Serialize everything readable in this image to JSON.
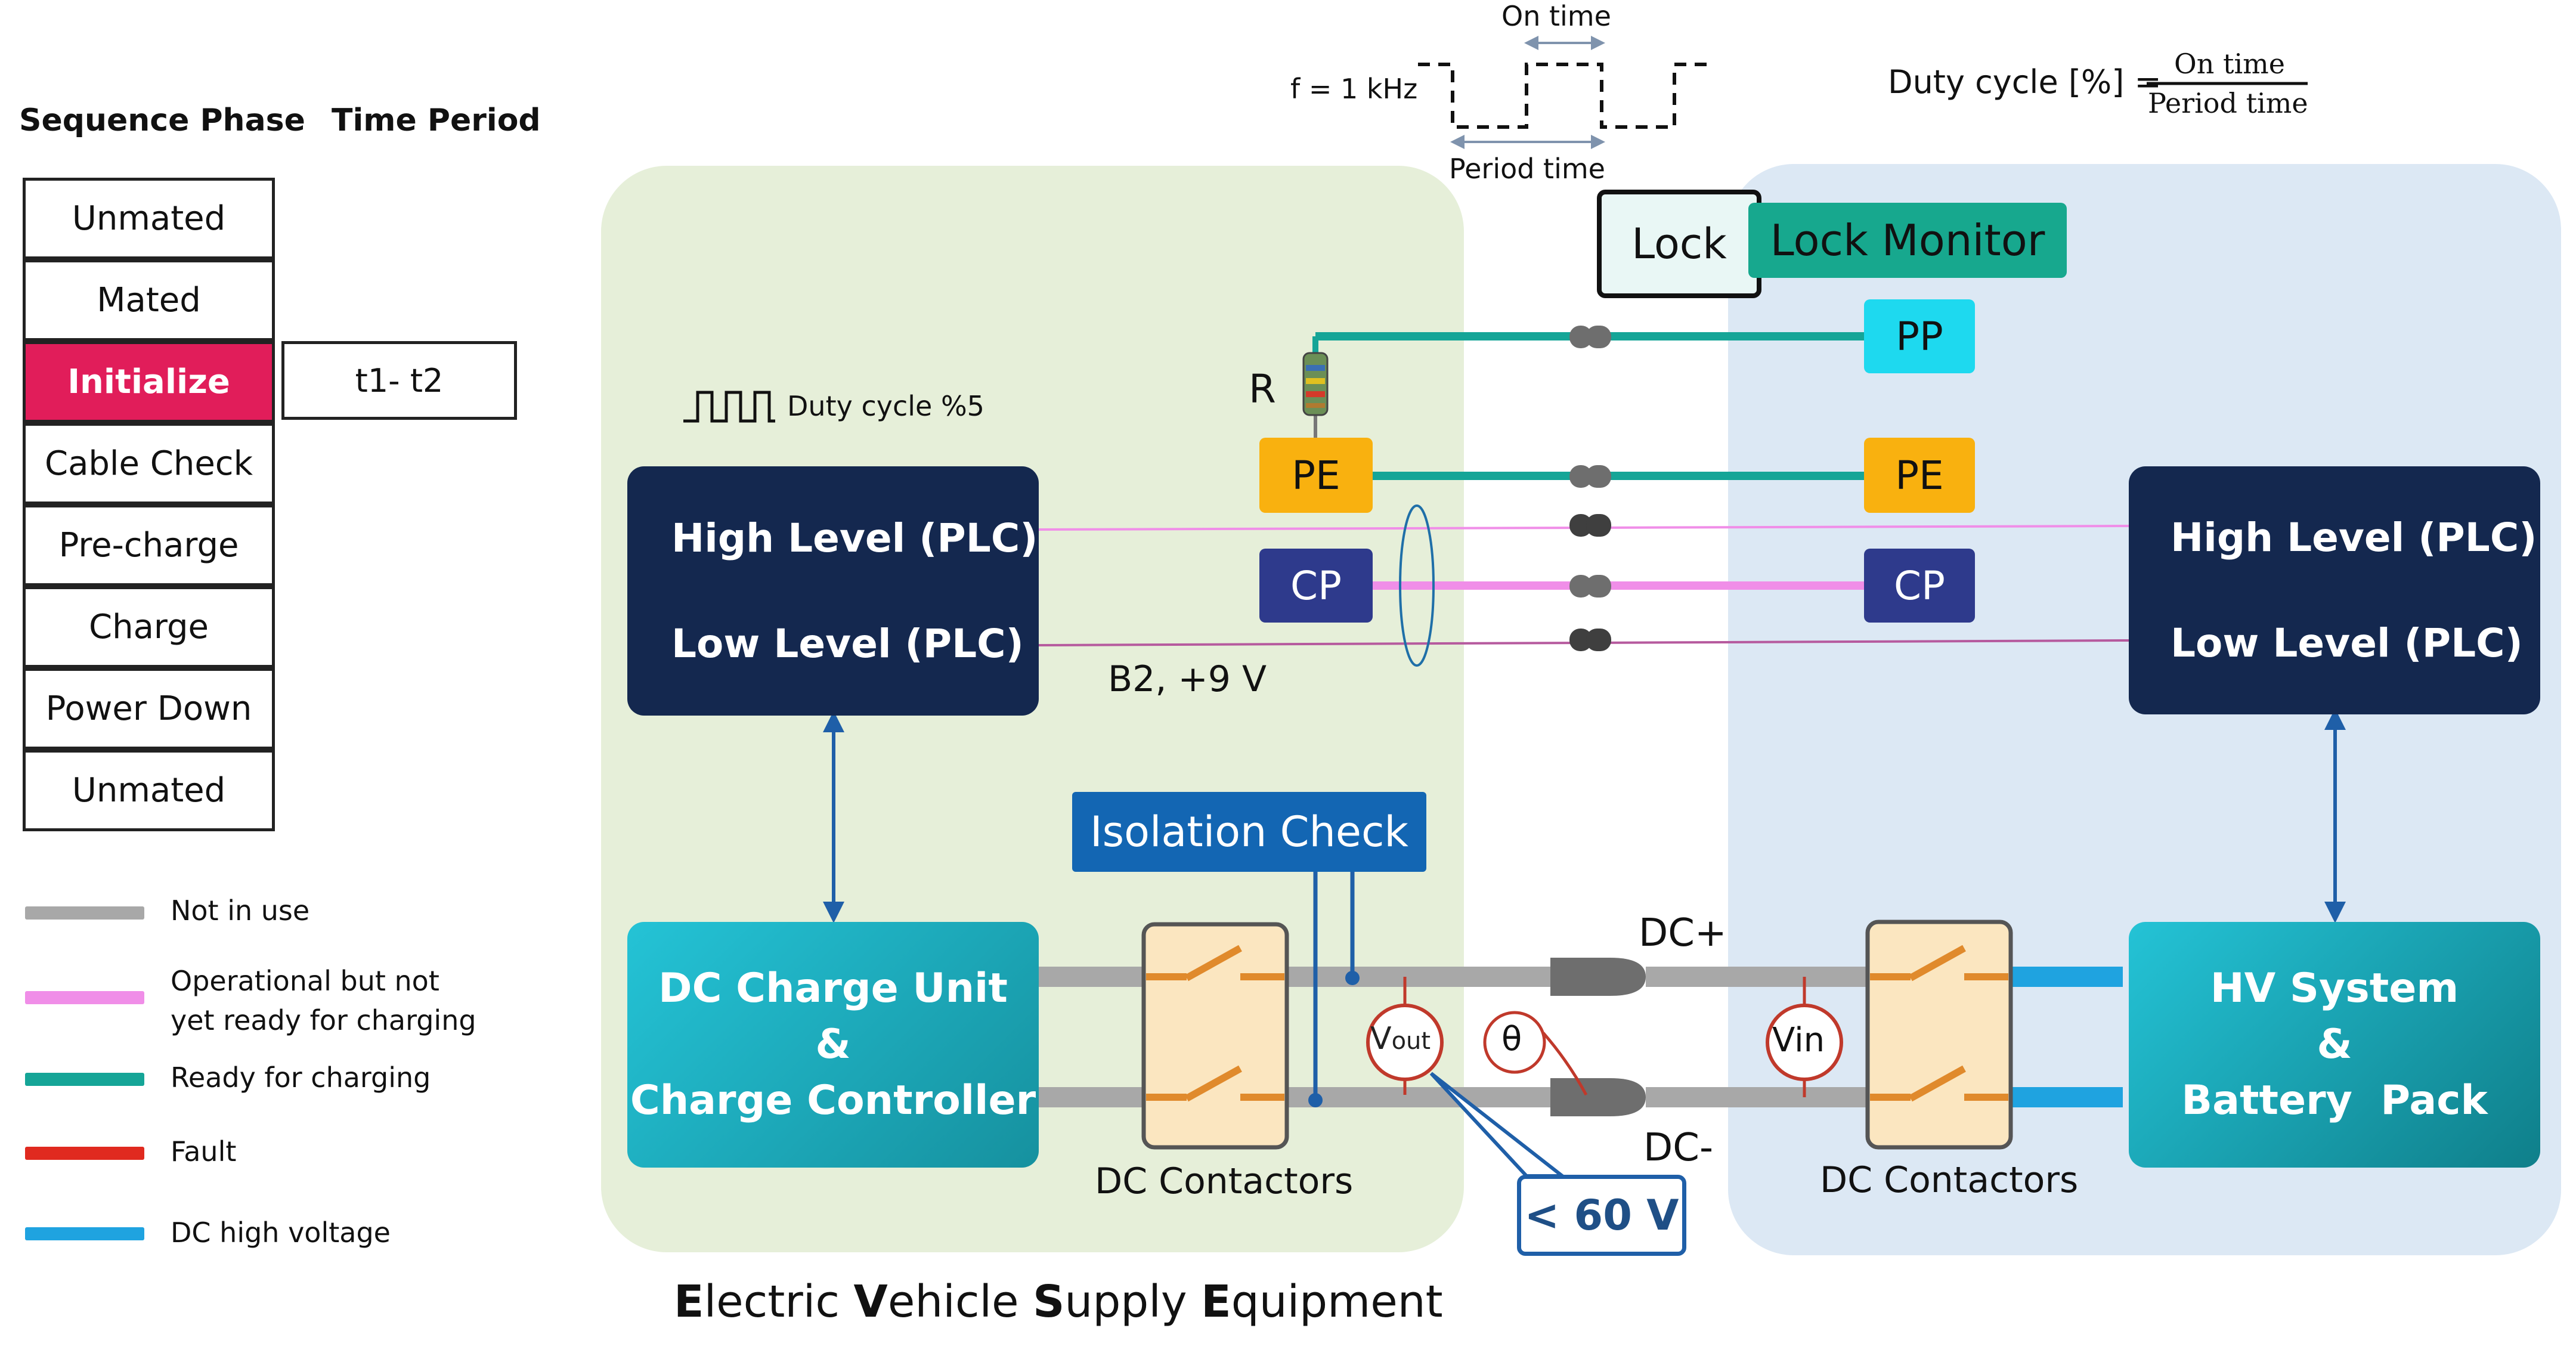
{
  "sequence": {
    "header_phase": "Sequence Phase",
    "header_period": "Time Period",
    "phases": [
      "Unmated",
      "Mated",
      "Initialize",
      "Cable Check",
      "Pre-charge",
      "Charge",
      "Power Down",
      "Unmated"
    ],
    "active_index": 2,
    "active_period": "t1- t2"
  },
  "legend": [
    {
      "label": "Not in use",
      "color": "#a8a8a8"
    },
    {
      "label": "Operational but not\nyet ready for charging",
      "color": "#f08ee8"
    },
    {
      "label": "Ready for charging",
      "color": "#15a597"
    },
    {
      "label": "Fault",
      "color": "#e02a1f"
    },
    {
      "label": "DC high voltage",
      "color": "#1fa3e0"
    }
  ],
  "pwm": {
    "frequency": "f = 1 kHz",
    "on_time": "On time",
    "period_time": "Period time",
    "formula_lhs": "Duty cycle [%] =",
    "formula_num": "On time",
    "formula_den": "Period time"
  },
  "evse": {
    "title_parts": [
      "E",
      "lectric ",
      "V",
      "ehicle ",
      "S",
      "upply ",
      "E",
      "quipment"
    ],
    "plc_high": "High Level (PLC)",
    "plc_low": "Low Level (PLC)",
    "duty_label": "Duty cycle %5",
    "dc_unit_lines": [
      "DC Charge Unit",
      "&",
      "Charge Controller"
    ],
    "contactors": "DC Contactors",
    "resistor": "R",
    "b2": "B2, +9 V",
    "isolation": "Isolation Check",
    "vout_main": "V",
    "vout_sub": "out",
    "theta": "θ",
    "lt60": "< 60 V"
  },
  "pins": {
    "pe_left": "PE",
    "cp_left": "CP",
    "pp_right": "PP",
    "pe_right": "PE",
    "cp_right": "CP",
    "dc_plus": "DC+",
    "dc_minus": "DC-"
  },
  "ev": {
    "lock": "Lock",
    "lock_monitor": "Lock Monitor",
    "plc_high": "High Level (PLC)",
    "plc_low": "Low Level (PLC)",
    "hv_lines": [
      "HV System",
      "&",
      "Battery  Pack"
    ],
    "contactors": "DC Contactors",
    "vin": "Vin"
  },
  "colors": {
    "not_in_use": "#a8a8a8",
    "operational": "#f08ee8",
    "ready": "#15a597",
    "fault": "#e02a1f",
    "hv": "#1fa3e0",
    "plc_block": "#14284f",
    "dc_unit": "#1fb0c4",
    "pe_tag": "#f9b10f",
    "cp_tag": "#2e3a8c",
    "pp_tag": "#1ed9ef",
    "lock_monitor": "#17a88e",
    "isolation": "#1366b3",
    "evse_bg": "#e6efd9",
    "ev_bg": "#dce8f4"
  }
}
